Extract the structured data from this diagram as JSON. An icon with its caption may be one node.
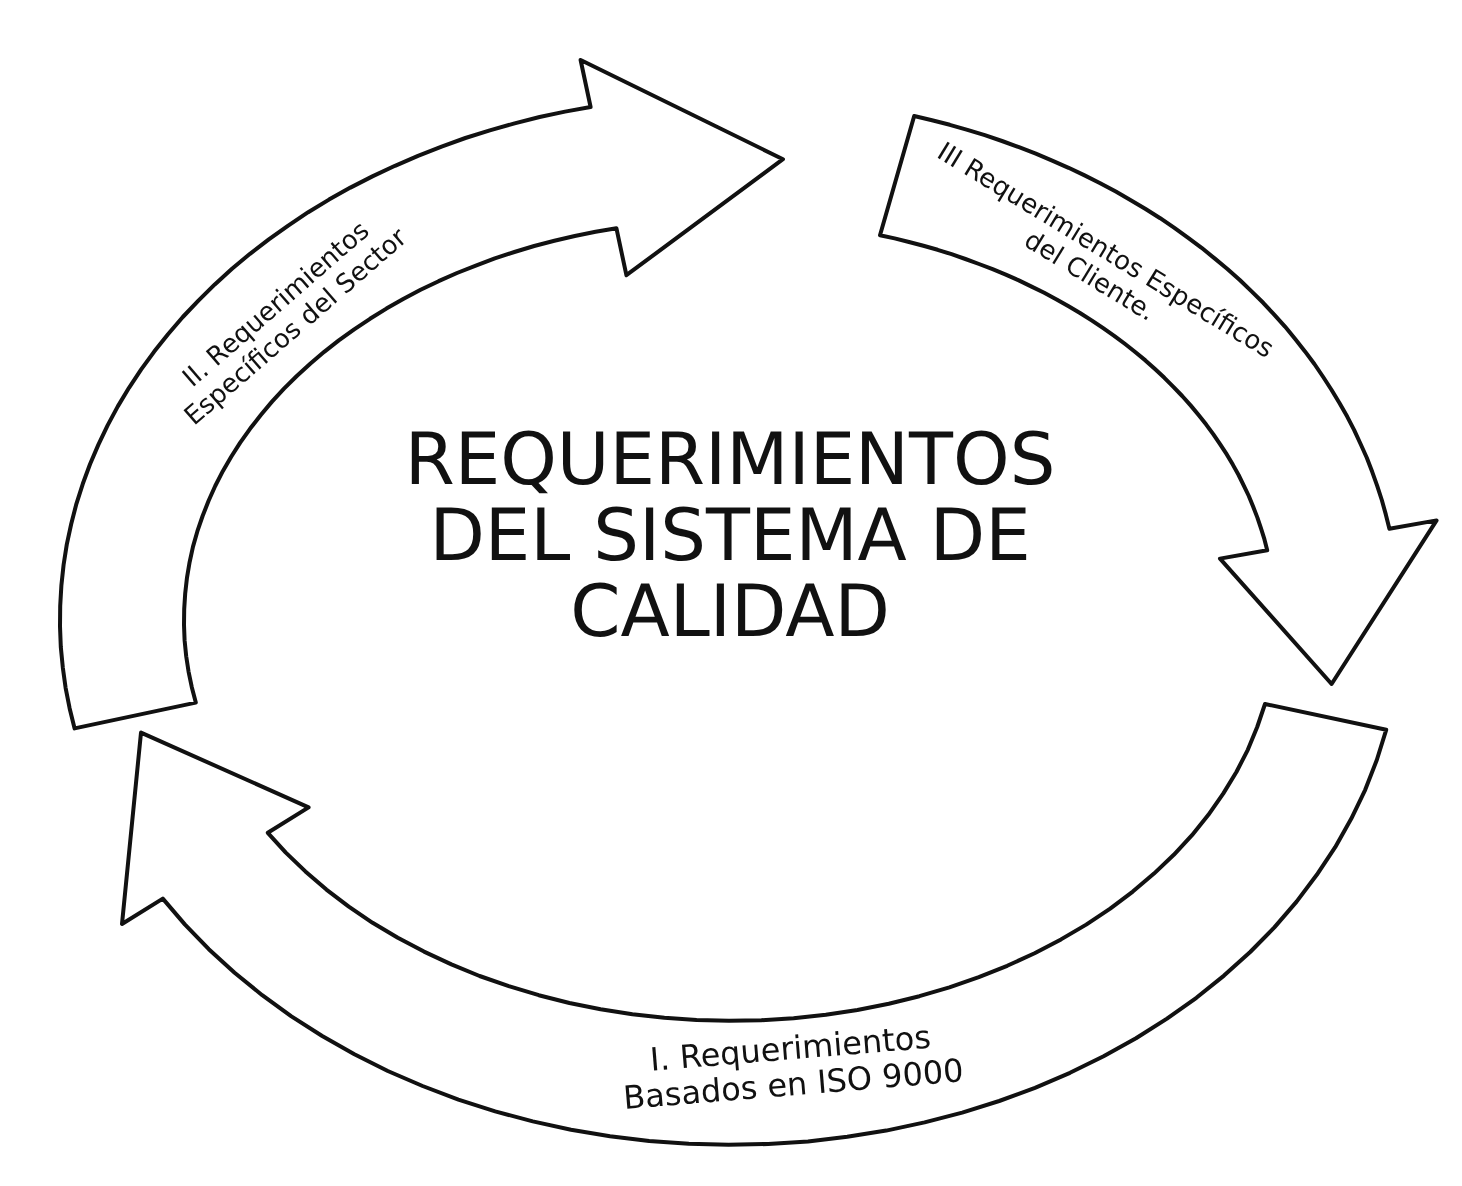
{
  "diagram": {
    "nodes": [
      {
        "text": [
          "REQUERIMIENTOS DEL SISTEMA DE CALIDAD"
        ]
      },
      {
        "text": [
          "I. Requerimientos Basados en ISO 9000"
        ]
      },
      {
        "text": [
          "II. Requerimientos Específicos del Sector"
        ]
      },
      {
        "text": [
          "III Requerimientos Específicos del Cliente."
        ]
      }
    ]
  }
}
